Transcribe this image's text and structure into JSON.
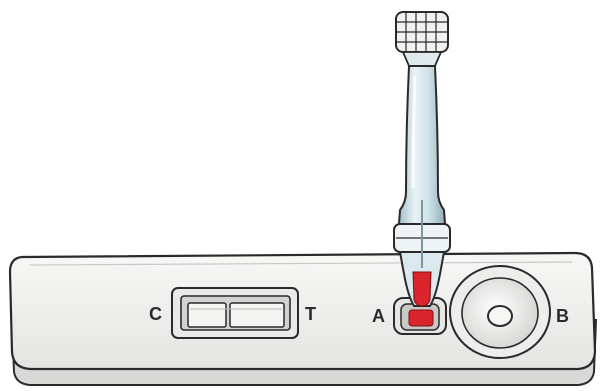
{
  "cassette": {
    "labels": {
      "control": "C",
      "test": "T",
      "sample_well": "A",
      "buffer_well": "B"
    }
  },
  "colors": {
    "cassette_body": "#f2f2f1",
    "cassette_edge": "#2a2a2a",
    "pipette_tube": "#d6e6ec",
    "blood_sample": "#d9252b"
  },
  "icons": {
    "dropper": "dropper-icon",
    "sample_drop": "blood-drop-icon"
  }
}
